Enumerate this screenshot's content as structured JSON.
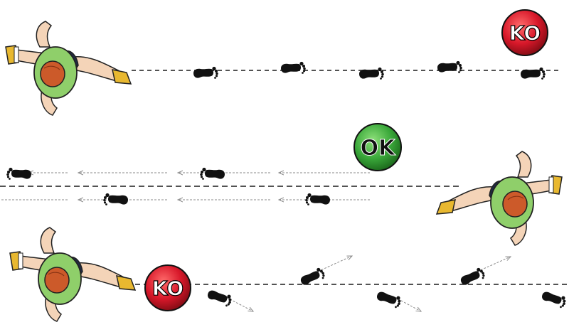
{
  "badges": {
    "top": "KO",
    "middle": "OK",
    "bottom": "KO"
  },
  "colors": {
    "ko": "#d8182a",
    "ok": "#3aa83a",
    "shirt": "#8fcf6a",
    "hair": "#cc5a2a",
    "skin": "#f4d4b8",
    "shoe": "#e8b830",
    "line": "#1a1a1a",
    "arrow": "#8a8a8a"
  },
  "icons": [
    "runner-figure",
    "footprint-icon",
    "direction-arrow"
  ]
}
